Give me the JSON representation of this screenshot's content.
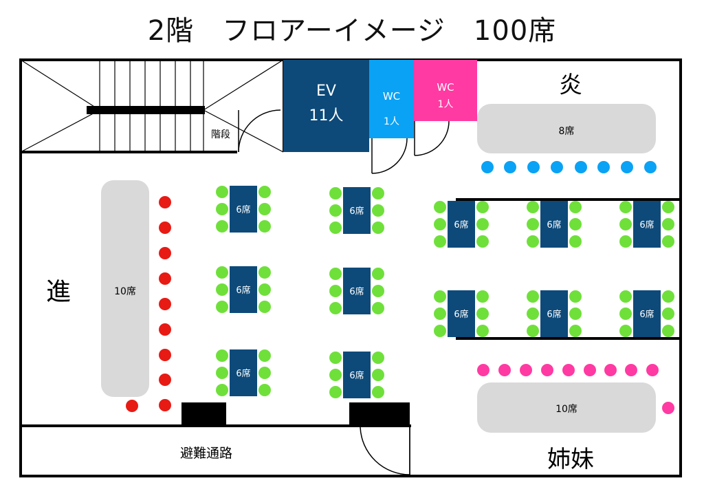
{
  "title": "2階　フロアーイメージ　100席",
  "zones": {
    "stairs": "階段",
    "elevator_title": "EV",
    "elevator_capacity": "11人",
    "wc_blue_title": "WC",
    "wc_blue_capacity": "1人",
    "wc_pink_title": "WC",
    "wc_pink_capacity": "1人",
    "corridor": "避難通路"
  },
  "areas": {
    "left": "進",
    "top_right": "炎",
    "bottom_right": "姉妹"
  },
  "tables": {
    "six_seat": "6席",
    "long_left": "10席",
    "top_right": "8席",
    "bottom_right": "10席"
  },
  "colors": {
    "navy": "#0d4a7a",
    "cyan": "#0aa2f5",
    "pink": "#ff3aa2",
    "red": "#e81a14",
    "green": "#6fe03a",
    "gray": "#d9d9d9"
  }
}
